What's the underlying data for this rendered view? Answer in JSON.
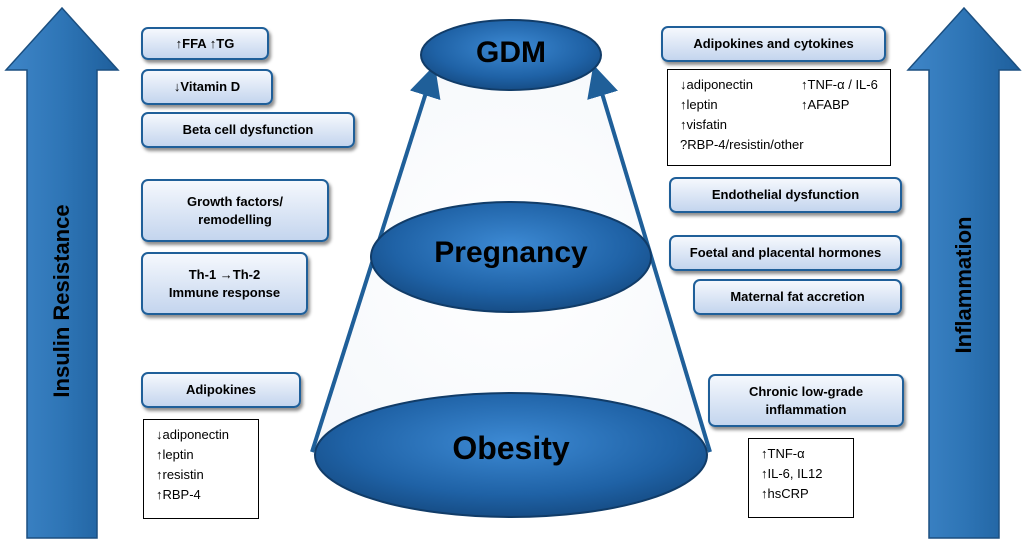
{
  "levels": {
    "top": "GDM",
    "middle": "Pregnancy",
    "bottom": "Obesity"
  },
  "left_axis": {
    "label": "Insulin Resistance"
  },
  "right_axis": {
    "label": "Inflammation"
  },
  "left_boxes": {
    "ffa_tg": "↑FFA ↑TG",
    "vitamin_d": "↓Vitamin D",
    "beta_cell": "Beta cell dysfunction",
    "growth_line1": "Growth factors/",
    "growth_line2": "remodelling",
    "th_line1": "Th-1 →Th-2",
    "th_line2": "Immune response",
    "adipokines": "Adipokines"
  },
  "left_list": [
    "↓adiponectin",
    "↑leptin",
    "↑resistin",
    "↑RBP-4"
  ],
  "right_boxes": {
    "adipokines_cytokines": "Adipokines and cytokines",
    "endothelial": "Endothelial dysfunction",
    "hormones": "Foetal and placental hormones",
    "fat_accretion": "Maternal fat accretion",
    "chronic_line1": "Chronic low-grade",
    "chronic_line2": "inflammation"
  },
  "right_top_list": {
    "col1": [
      "↓adiponectin",
      "↑leptin",
      "↑visfatin",
      "?RBP-4/resistin/other"
    ],
    "col2": [
      "↑TNF-α / IL-6",
      "↑AFABP"
    ]
  },
  "right_bottom_list": [
    "↑TNF-α",
    "↑IL-6, IL12",
    "↑hsCRP"
  ],
  "colors": {
    "arrow_blue": "#2e75b6",
    "ellipse_dark": "#1f5f99",
    "ellipse_light": "#4a8fd0",
    "box_border": "#1f5f99"
  }
}
